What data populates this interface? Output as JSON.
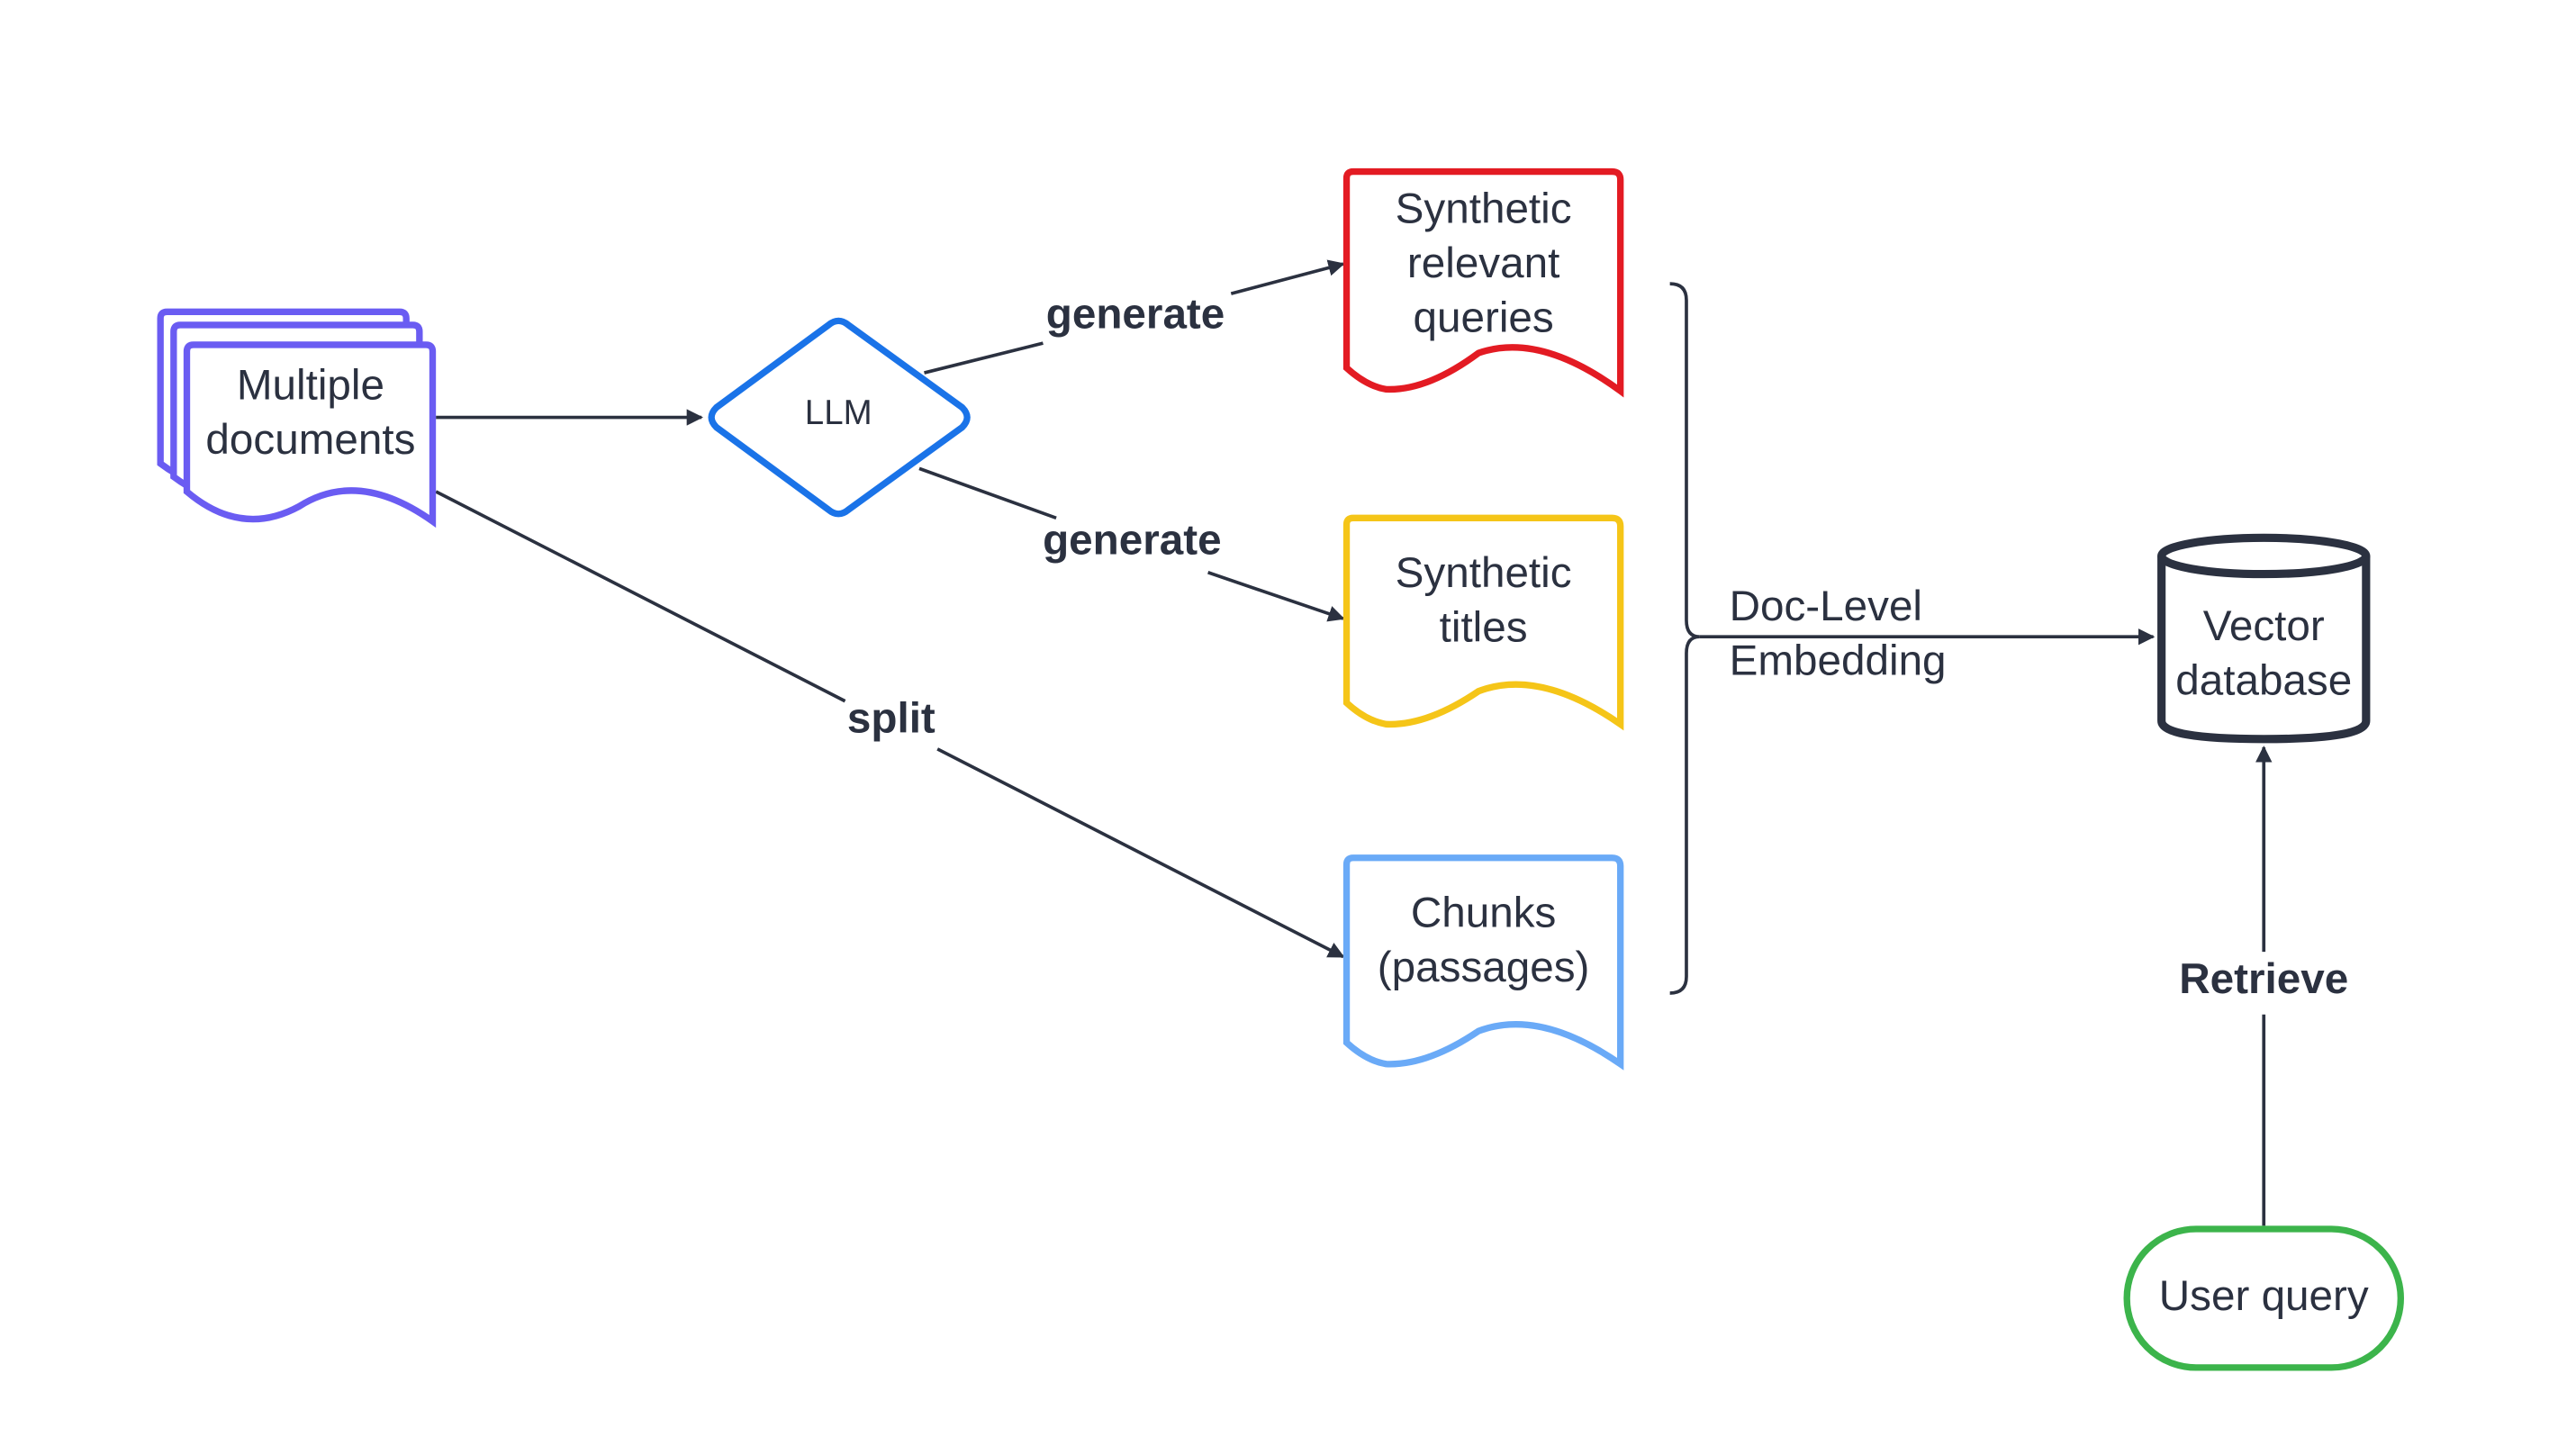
{
  "colors": {
    "documents": "#6a5cf2",
    "llm": "#1a73e8",
    "queries": "#e31b23",
    "titles": "#f5c518",
    "chunks": "#6aaaf7",
    "database": "#2b3140",
    "user_query": "#3cb44b",
    "edge": "#2b3140",
    "text": "#2b3140"
  },
  "nodes": {
    "documents": {
      "line1": "Multiple",
      "line2": "documents"
    },
    "llm": {
      "label": "LLM"
    },
    "queries": {
      "line1": "Synthetic",
      "line2": "relevant",
      "line3": "queries"
    },
    "titles": {
      "line1": "Synthetic",
      "line2": "titles"
    },
    "chunks": {
      "line1": "Chunks",
      "line2": "(passages)"
    },
    "database": {
      "line1": "Vector",
      "line2": "database"
    },
    "user_query": {
      "label": "User query"
    }
  },
  "edges": {
    "generate_queries": "generate",
    "generate_titles": "generate",
    "split": "split",
    "embedding_line1": "Doc-Level",
    "embedding_line2": "Embedding",
    "retrieve": "Retrieve"
  }
}
